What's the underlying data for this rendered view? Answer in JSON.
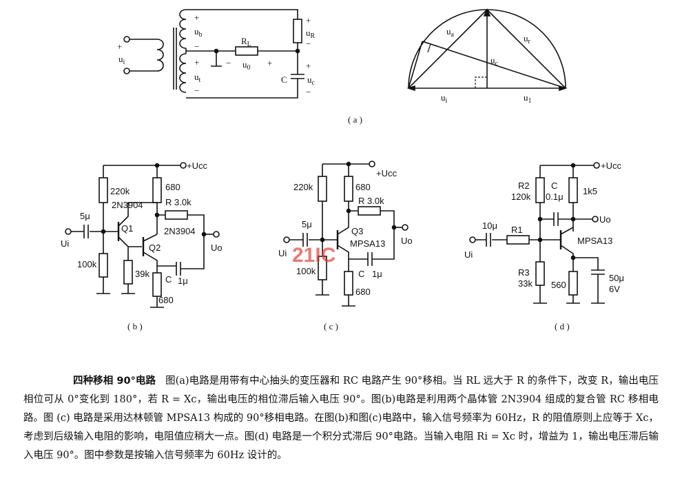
{
  "fig_a": {
    "caption": "( a )",
    "ui": "u",
    "ui_sub": "i",
    "ub": "u",
    "ub_sub": "b",
    "ut": "u",
    "ut_sub": "t",
    "rl": "R",
    "rl_sub": "L",
    "u0": "u",
    "u0_sub": "0",
    "ur": "u",
    "ur_sub": "R",
    "c": "C",
    "uc": "u",
    "uc_sub": "c",
    "plus": "+",
    "minus": "−"
  },
  "phasor": {
    "ua": "u",
    "ua_sub": "a",
    "ur": "u",
    "ur_sub": "r",
    "uc": "u",
    "uc_sub": "c",
    "u1": "u",
    "u1_sub": "i",
    "u2": "u",
    "u2_sub": "1"
  },
  "fig_b": {
    "caption": "( b )",
    "ucc": "+Ucc",
    "r1": "220k",
    "r2": "680",
    "r": "R  3.0k",
    "q1_type": "2N3904",
    "q1": "Q1",
    "q2_type": "2N3904",
    "q2": "Q2",
    "cin": "5μ",
    "ui": "Ui",
    "uo": "Uo",
    "r3": "100k",
    "r4": "39k",
    "c": "C",
    "c_val": "1μ",
    "r5": "680"
  },
  "fig_c": {
    "caption": "( c )",
    "ucc": "+Ucc",
    "r1": "220k",
    "r2": "680",
    "r": "R  3.0k",
    "q3": "Q3",
    "q3_type": "MPSA13",
    "cin": "5μ",
    "ui": "Ui",
    "uo": "Uo",
    "r3": "100k",
    "c": "C",
    "c_val": "1μ",
    "r4": "680",
    "watermark": "21IC"
  },
  "fig_d": {
    "caption": "( d )",
    "ucc": "+Ucc",
    "r2": "R2",
    "r2_val": "120k",
    "c": "C",
    "c_val": "0.1μ",
    "rc": "1k5",
    "uo": "Uo",
    "cin": "10μ",
    "r1": "R1",
    "q": "MPSA13",
    "ui": "Ui",
    "r3": "R3",
    "r3_val": "33k",
    "re": "560",
    "ce": "50μ",
    "ce_v": "6V"
  },
  "description": {
    "title": "四种移相 90°电路",
    "body": "图(a)电路是用带有中心抽头的变压器和 RC 电路产生 90°移相。当 RL 远大于 R 的条件下，改变 R，输出电压相位可从 0°变化到 180°，若 R = Xc，输出电压的相位滞后输入电压 90°。图(b)电路是利用两个晶体管 2N3904 组成的复合管 RC 移相电路。图 (c) 电路是采用达林顿管 MPSA13 构成的 90°移相电路。在图(b)和图(c)电路中，输入信号频率为 60Hz，R 的阻值原则上应等于 Xc，考虑到后级输入电阻的影响，电阻值应稍大一点。图(d) 电路是一个积分式滞后 90°电路。当输入电阻 Ri = Xc 时，增益为 1，输出电压滞后输入电压 90°。图中参数是按输入信号频率为 60Hz 设计的。"
  }
}
